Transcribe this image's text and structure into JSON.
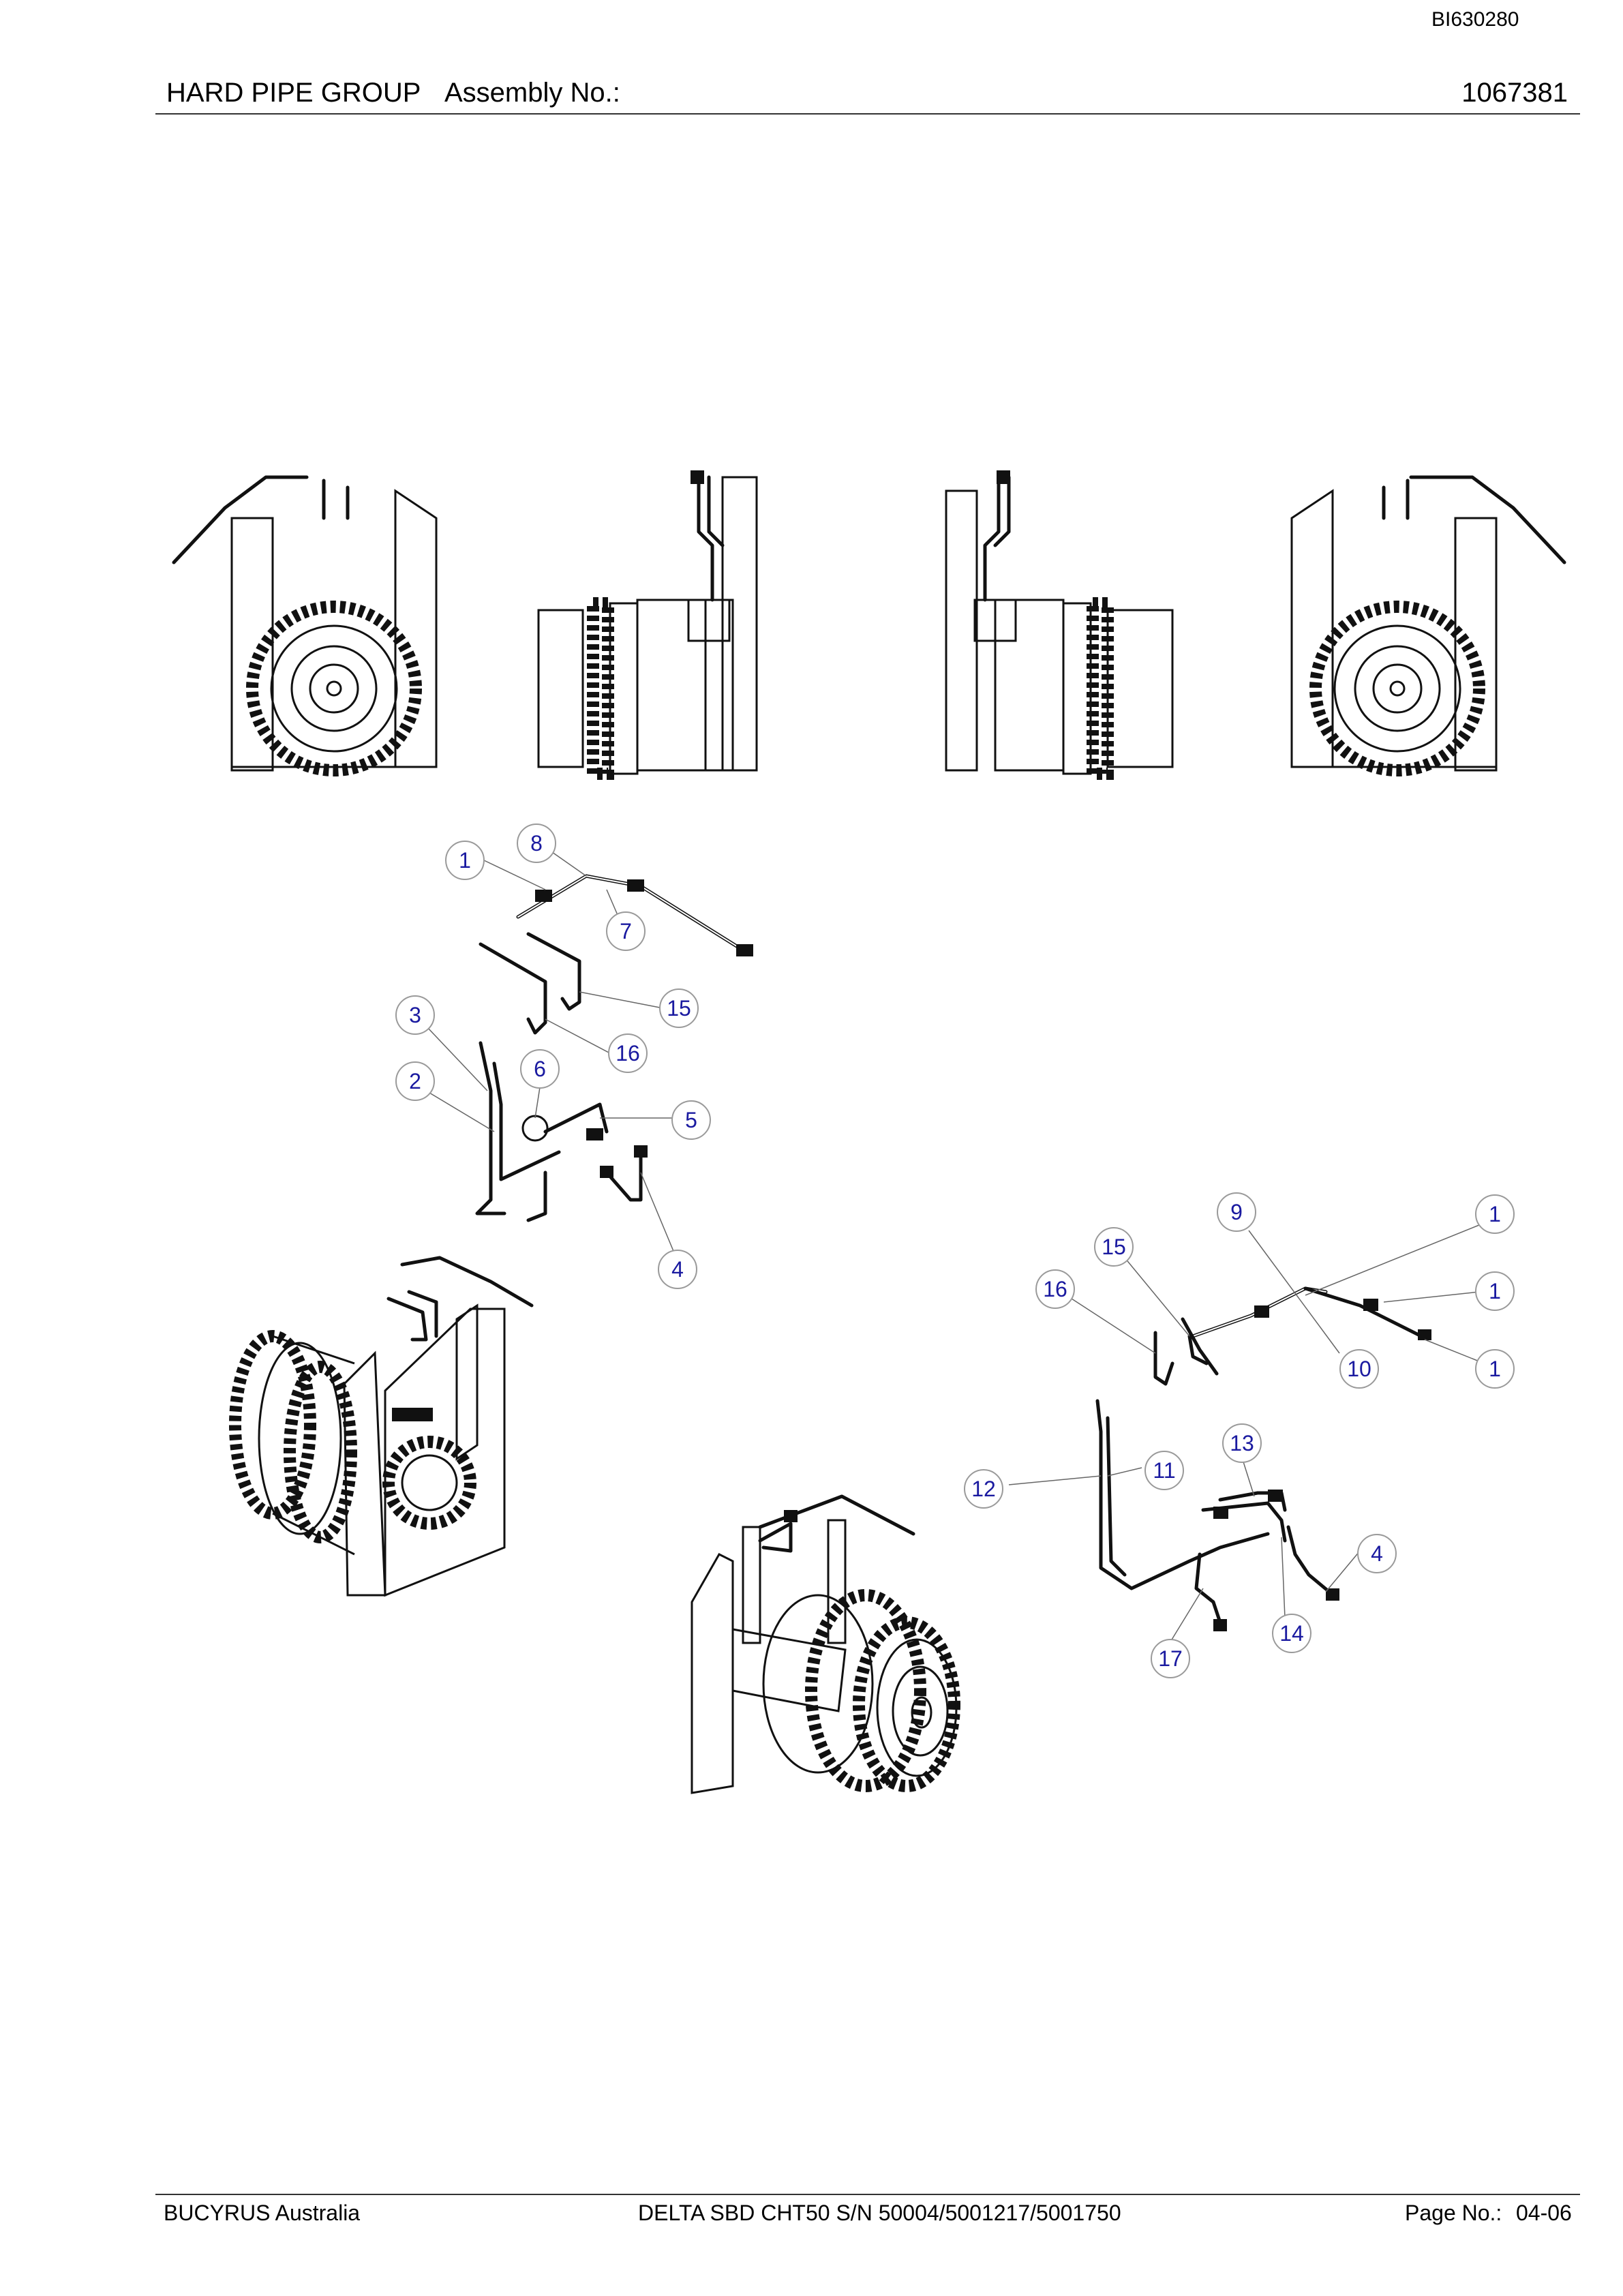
{
  "doc_id": "BI630280",
  "header": {
    "title": "HARD PIPE GROUP",
    "assembly_label": "Assembly No.:",
    "assembly_number": "1067381"
  },
  "callouts": {
    "left": [
      "1",
      "8",
      "7",
      "15",
      "16",
      "3",
      "6",
      "2",
      "5",
      "4"
    ],
    "right": [
      "9",
      "1",
      "15",
      "1",
      "16",
      "10",
      "1",
      "13",
      "12",
      "11",
      "4",
      "14",
      "17"
    ]
  },
  "footer": {
    "company": "BUCYRUS Australia",
    "machine": "DELTA SBD CHT50 S/N 50004/5001217/5001750",
    "page_label": "Page No.:",
    "page_number": "04-06"
  }
}
